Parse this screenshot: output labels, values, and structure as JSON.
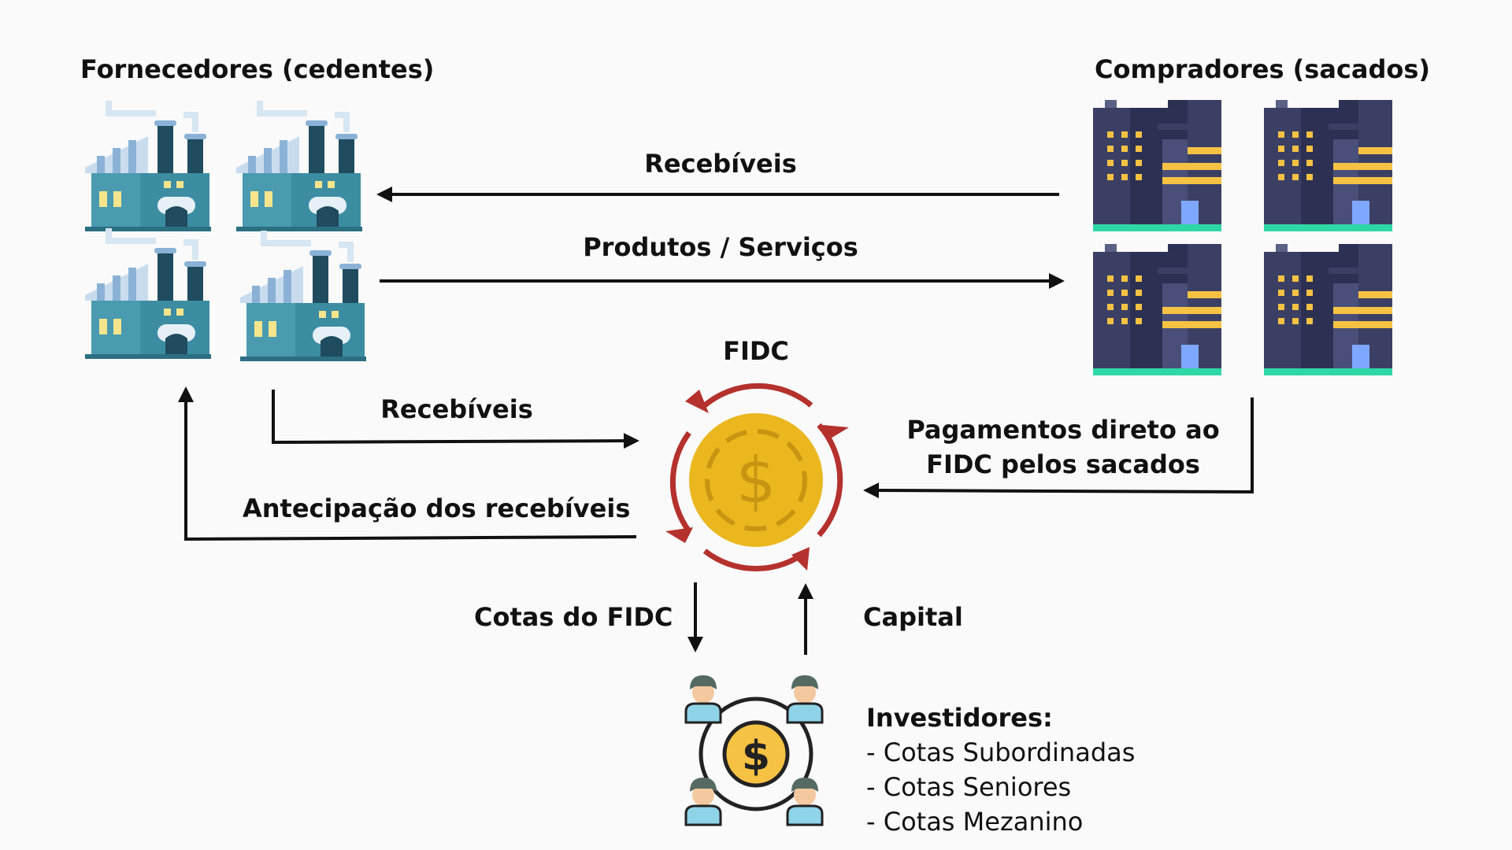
{
  "labels": {
    "suppliers": "Fornecedores (cedentes)",
    "buyers": "Compradores (sacados)",
    "receivables_top": "Recebíveis",
    "products_services": "Produtos / Serviços",
    "fidc": "FIDC",
    "receivables_mid": "Recebíveis",
    "payments_line1": "Pagamentos direto ao",
    "payments_line2": "FIDC pelos sacados",
    "advance": "Antecipação dos recebíveis",
    "quotas": "Cotas do FIDC",
    "capital": "Capital"
  },
  "investors": {
    "title": "Investidores:",
    "items": [
      "- Cotas Subordinadas",
      "- Cotas Seniores",
      "- Cotas Mezanino"
    ]
  },
  "icons": {
    "factory": "factory-icon",
    "building": "office-building-icon",
    "coin": "dollar-coin-cycle-icon",
    "investors": "investors-network-icon"
  },
  "colors": {
    "factory_main": "#4a9bb0",
    "factory_dark": "#2d6f82",
    "building_dark": "#3b3f63",
    "window_yellow": "#f6c244",
    "coin_gold": "#eab71f",
    "cycle_red": "#b5312d",
    "arrow": "#111111"
  }
}
